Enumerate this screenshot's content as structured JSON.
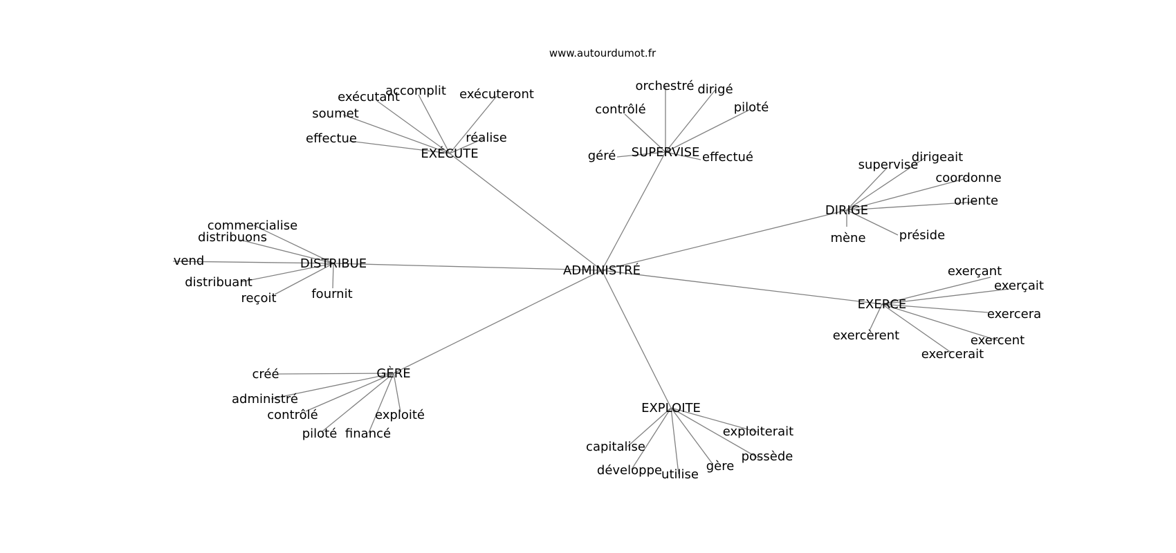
{
  "source": "www.autourdumot.fr",
  "graph": {
    "center": "ADMINISTRÉ",
    "clusters": [
      {
        "hub": "EXÉCUTE",
        "leaves": [
          "accomplit",
          "exécutant",
          "exécuteront",
          "soumet",
          "réalise",
          "effectue"
        ]
      },
      {
        "hub": "SUPERVISE",
        "leaves": [
          "orchestré",
          "dirigé",
          "contrôlé",
          "piloté",
          "géré",
          "effectué"
        ]
      },
      {
        "hub": "DIRIGE",
        "leaves": [
          "dirigeait",
          "supervise",
          "coordonne",
          "oriente",
          "mène",
          "préside"
        ]
      },
      {
        "hub": "DISTRIBUE",
        "leaves": [
          "commercialise",
          "distribuons",
          "vend",
          "distribuant",
          "reçoit",
          "fournit"
        ]
      },
      {
        "hub": "EXERCE",
        "leaves": [
          "exerçant",
          "exerçait",
          "exercera",
          "exercèrent",
          "exercent",
          "exercerait"
        ]
      },
      {
        "hub": "GÈRE",
        "leaves": [
          "créé",
          "administré",
          "contrôlé",
          "piloté",
          "financé",
          "exploité"
        ]
      },
      {
        "hub": "EXPLOITE",
        "leaves": [
          "exploiterait",
          "capitalise",
          "possède",
          "développe",
          "utilise",
          "gère"
        ]
      }
    ]
  }
}
